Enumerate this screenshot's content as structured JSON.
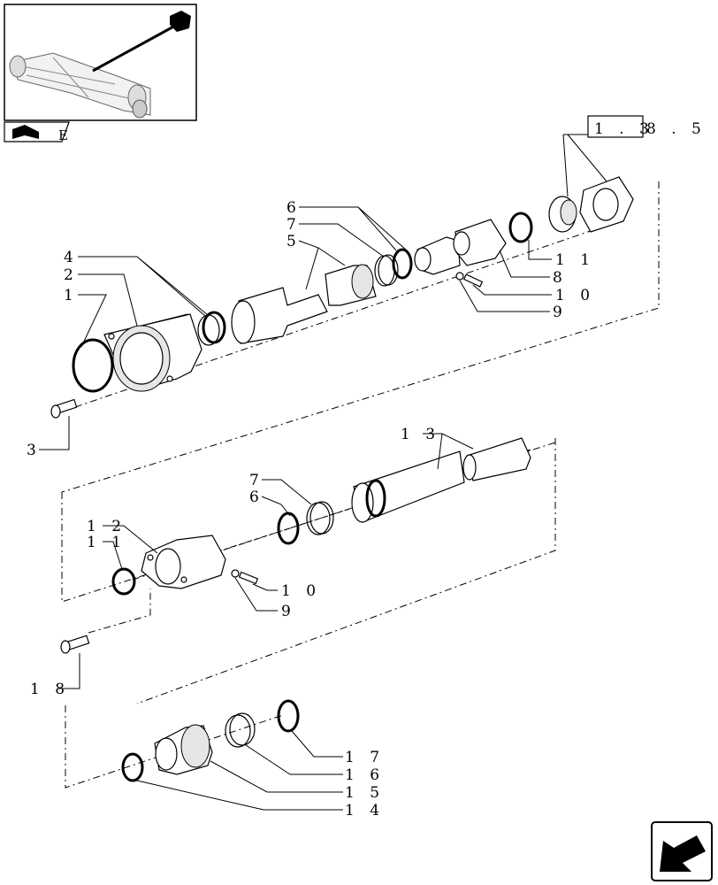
{
  "reference_box": {
    "boxed": "1 . 3",
    "suffix": "8 . 5"
  },
  "thumbnail": {
    "corner_glyph": "E"
  },
  "callouts": {
    "c1": "1",
    "c2": "2",
    "c3": "3",
    "c4": "4",
    "c5": "5",
    "c6a": "6",
    "c7a": "7",
    "c8": "8",
    "c9a": "9",
    "c10a": "1 0",
    "c11a": "1 1",
    "c13": "1 3",
    "c7b": "7",
    "c6b": "6",
    "c12": "1 2",
    "c11b": "1 1",
    "c10b": "1 0",
    "c9b": "9",
    "c18": "1 8",
    "c17": "1 7",
    "c16": "1 6",
    "c15": "1 5",
    "c14": "1 4"
  },
  "icons": [
    "axle-thumbnail-icon",
    "book-arrow-icon",
    "next-page-arrow-icon"
  ]
}
